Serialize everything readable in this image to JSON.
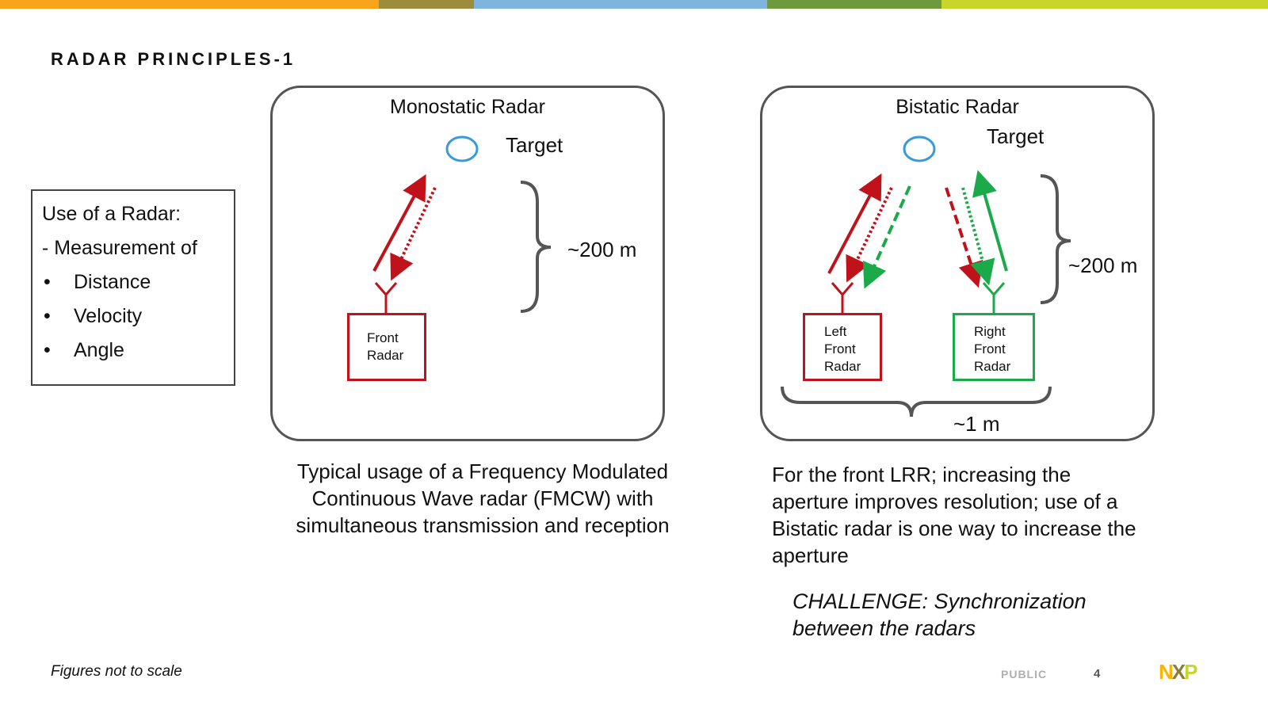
{
  "header": {
    "title": "RADAR PRINCIPLES-1",
    "bar_colors": [
      "#f9a51b",
      "#9b8d3b",
      "#7fb4de",
      "#6e9a3d",
      "#c8d62c"
    ]
  },
  "use_box": {
    "heading": "Use of a Radar:",
    "sub": "- Measurement of",
    "bullets": [
      "Distance",
      "Velocity",
      "Angle"
    ]
  },
  "monostatic": {
    "title": "Monostatic Radar",
    "target_label": "Target",
    "distance_label": "~200 m",
    "radar_label": "Front Radar",
    "radar_color": "#c0121a",
    "caption": "Typical usage of a Frequency Modulated Continuous Wave radar (FMCW) with simultaneous transmission and reception"
  },
  "bistatic": {
    "title": "Bistatic Radar",
    "target_label": "Target",
    "distance_label": "~200 m",
    "spacing_label": "~1 m",
    "left_radar_label": "Left Front Radar",
    "right_radar_label": "Right Front Radar",
    "left_color": "#c0121a",
    "right_color": "#1aaa4a",
    "caption": "For the front LRR; increasing the aperture improves resolution; use of a Bistatic radar is one way to increase the aperture",
    "challenge": "CHALLENGE: Synchronization between the radars"
  },
  "footer": {
    "note": "Figures not to scale",
    "classification": "PUBLIC",
    "page": "4",
    "logo_letters": [
      "N",
      "X",
      "P"
    ]
  }
}
